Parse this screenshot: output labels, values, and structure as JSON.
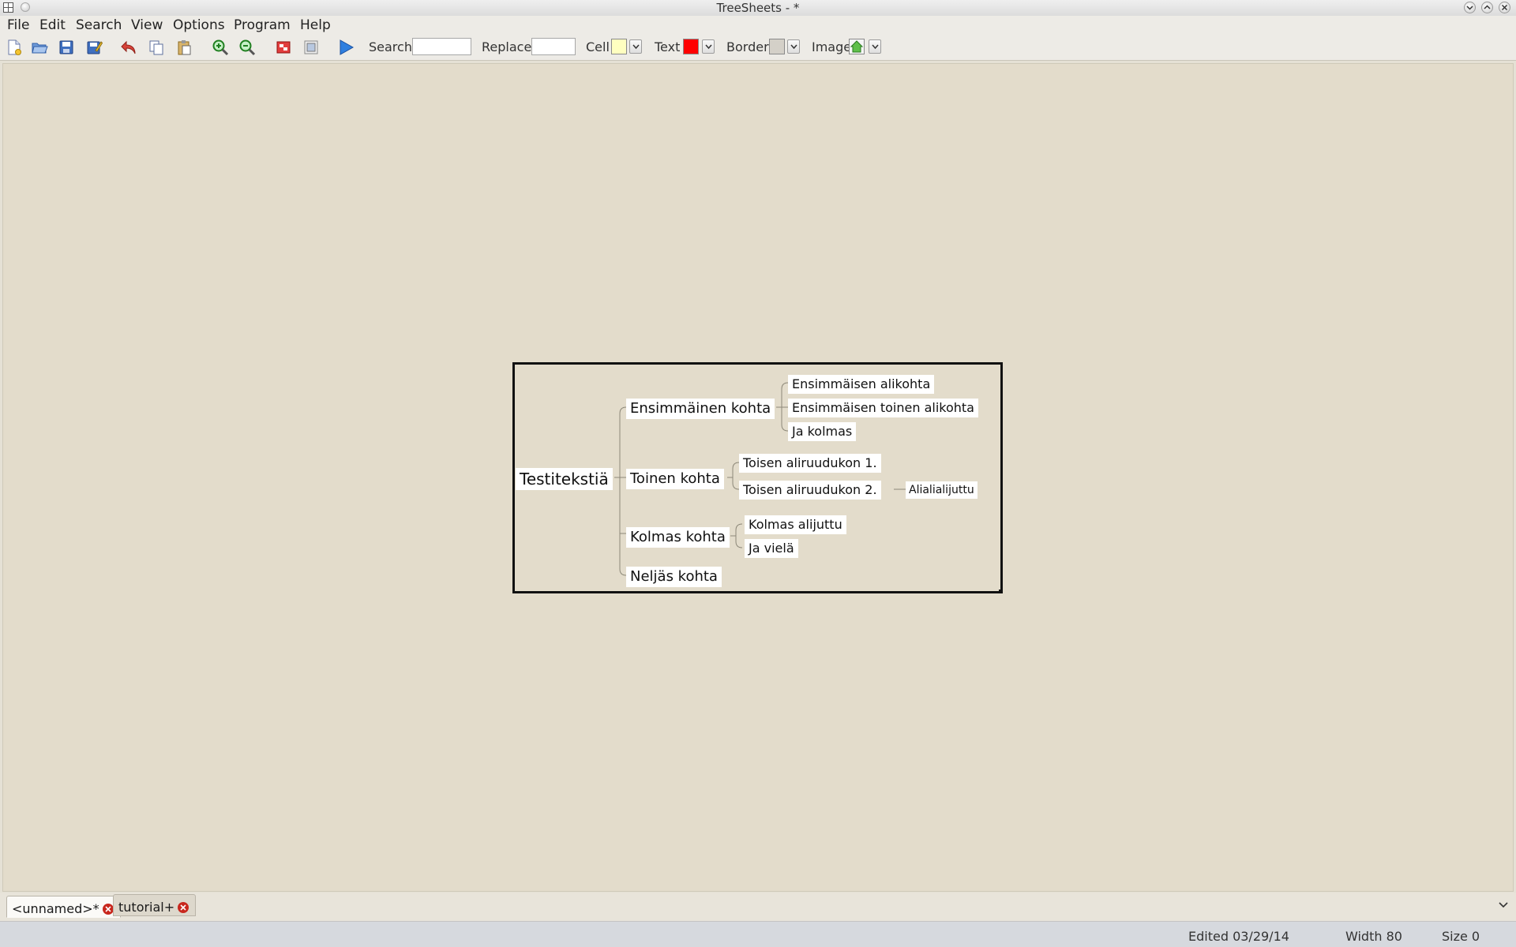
{
  "window": {
    "title": "TreeSheets - *"
  },
  "menu": [
    "File",
    "Edit",
    "Search",
    "View",
    "Options",
    "Program",
    "Help"
  ],
  "toolbar": {
    "search_label": "Search",
    "search_value": "",
    "replace_label": "Replace",
    "replace_value": "",
    "cell_label": "Cell",
    "cell_color": "#ffffc0",
    "text_label": "Text",
    "text_color": "#ff0000",
    "border_label": "Border",
    "border_color": "#d4d0c8",
    "image_label": "Image"
  },
  "tree": {
    "root": "Testitekstiä",
    "item1": "Ensimmäinen kohta",
    "item1_sub1": "Ensimmäisen alikohta",
    "item1_sub2": "Ensimmäisen toinen alikohta",
    "item1_sub3": "Ja kolmas",
    "item2": "Toinen kohta",
    "item2_sub1": "Toisen aliruudukon 1.",
    "item2_sub2": "Toisen aliruudukon 2.",
    "item2_sub2_child": "Alialialijuttu",
    "item3": "Kolmas kohta",
    "item3_sub1": "Kolmas alijuttu",
    "item3_sub2": "Ja vielä",
    "item4": "Neljäs kohta"
  },
  "tabs": [
    {
      "label": "<unnamed>*",
      "active": true
    },
    {
      "label": "tutorial+",
      "active": false
    }
  ],
  "status": {
    "edited": "Edited 03/29/14",
    "width": "Width 80",
    "size": "Size 0"
  }
}
